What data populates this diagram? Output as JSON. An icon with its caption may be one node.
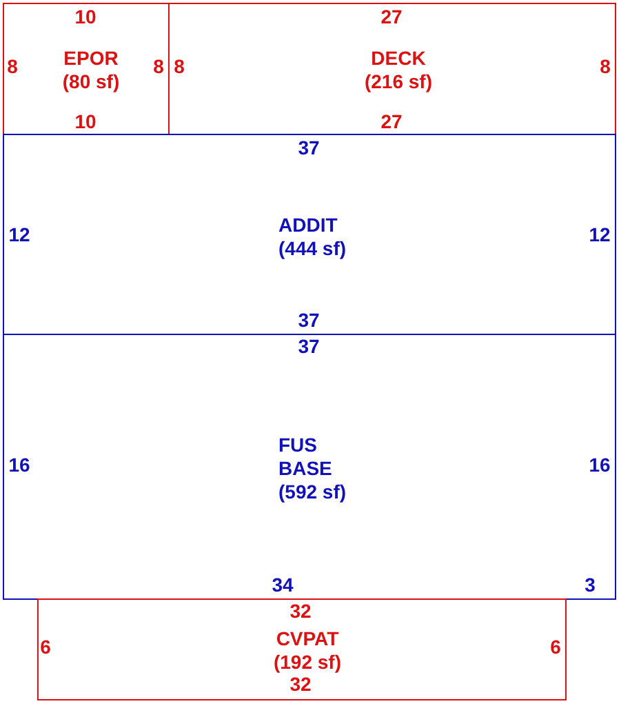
{
  "diagram": {
    "nodes": [
      {
        "text": [
          "EPOR",
          "(80 sf)"
        ]
      },
      {
        "text": [
          "DECK",
          "(216 sf)"
        ]
      },
      {
        "text": [
          "ADDIT",
          "(444 sf)"
        ]
      },
      {
        "text": [
          "FUS BASE",
          "(592 sf)"
        ]
      },
      {
        "text": [
          "CVPAT",
          "(192 sf)"
        ]
      }
    ],
    "labels": [
      "10",
      "27",
      "8",
      "8",
      "8",
      "8",
      "10",
      "27",
      "37",
      "12",
      "12",
      "37",
      "37",
      "16",
      "16",
      "34",
      "3",
      "32",
      "6",
      "6",
      "32"
    ]
  }
}
